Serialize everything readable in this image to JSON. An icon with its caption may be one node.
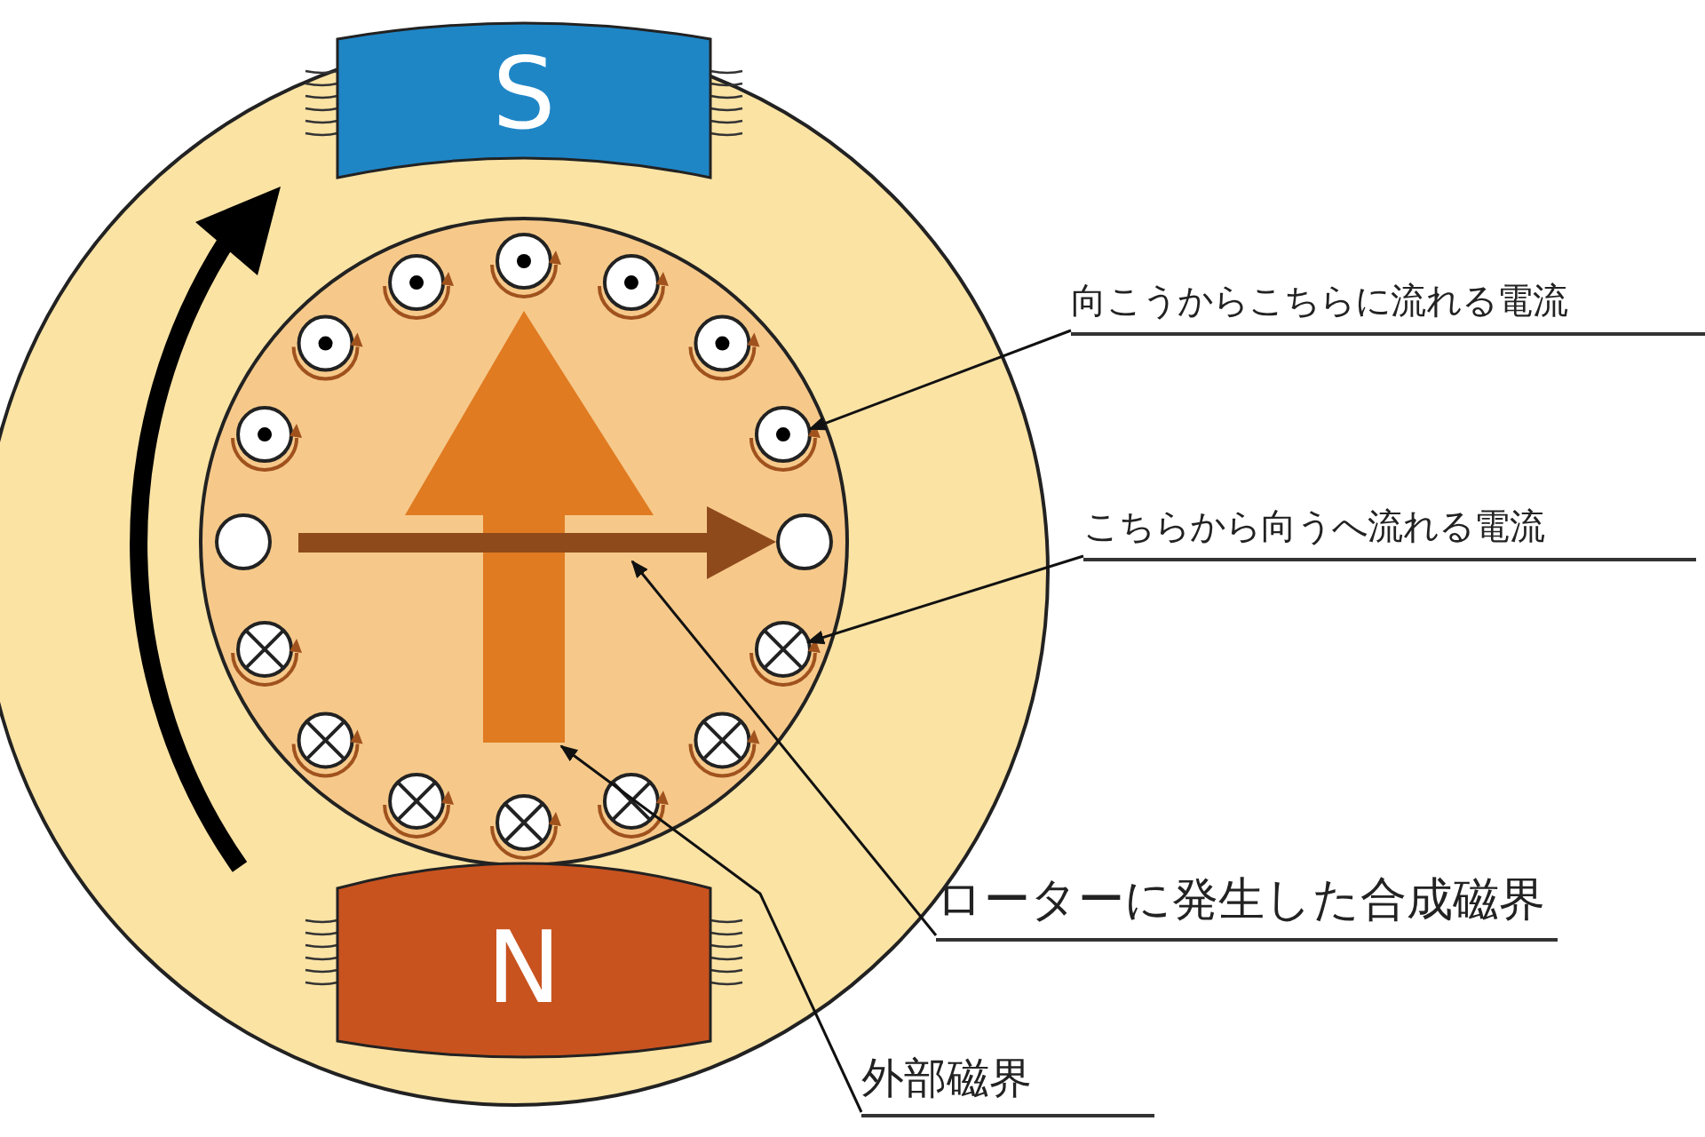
{
  "diagram": {
    "nodes": [
      {
        "text": [
          "向こうからこちらに流れる電流"
        ]
      },
      {
        "text": [
          "こちらから向うへ流れる電流"
        ]
      },
      {
        "text": [
          "ローターに発生した合成磁界"
        ]
      },
      {
        "text": [
          "外部磁界"
        ]
      },
      {
        "text": [
          "S"
        ]
      },
      {
        "text": [
          "N"
        ]
      },
      {
        "text": [],
        "shape": "circle"
      },
      {
        "text": [],
        "shape": "circle"
      },
      {
        "text": [],
        "shape": "arrow"
      },
      {
        "text": [],
        "shape": "arrow"
      }
    ],
    "edges": [
      {
        "from": 0,
        "to": 6,
        "arrow": "to"
      },
      {
        "from": 1,
        "to": 7,
        "arrow": "to"
      },
      {
        "from": 2,
        "to": 8,
        "arrow": "to"
      },
      {
        "from": 3,
        "to": 9,
        "arrow": "to"
      }
    ]
  }
}
